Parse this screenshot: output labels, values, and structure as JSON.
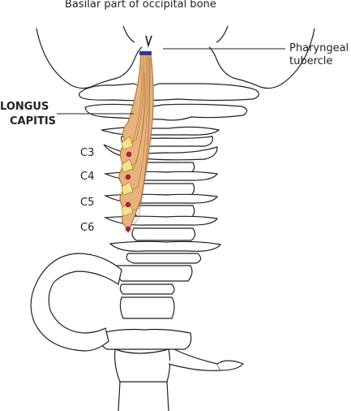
{
  "labels": {
    "top": "Basilar part of occipital bone",
    "tubercle_line1": "Pharyngeal",
    "tubercle_line2": "tubercle",
    "muscle_line1": "LONGUS",
    "muscle_line2": "CAPITIS",
    "c3": "C3",
    "c4": "C4",
    "c5": "C5",
    "c6": "C6"
  },
  "colors": {
    "bone_outline": "#231f20",
    "bone_fill": "#ffffff",
    "muscle": "#e7b37c",
    "muscle_fibers": "#a86a32",
    "origin_dots": "#d2143a",
    "insertion": "#2a3aa8"
  }
}
